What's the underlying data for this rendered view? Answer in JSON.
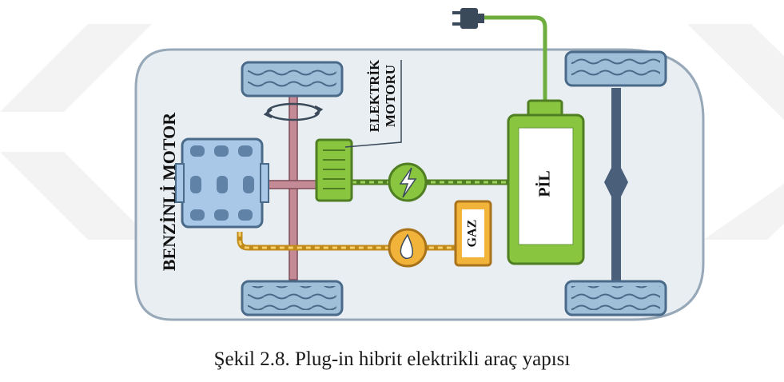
{
  "labels": {
    "engine": "BENZİNLİ MOTOR",
    "electric_motor_line1": "ELEKTRİK",
    "electric_motor_line2": "MOTORU",
    "battery": "PİL",
    "fuel_tank": "GAZ"
  },
  "caption": "Şekil 2.8. Plug-in hibrit elektrikli araç yapısı",
  "icons": [
    "plug-icon",
    "lightning-icon",
    "fuel-drop-icon",
    "rotation-arrow-icon"
  ],
  "colors": {
    "car_body": "#e9eef2",
    "car_outline": "#97a8b8",
    "wheel": "#9fbfd8",
    "wheel_dark": "#4a6a8a",
    "axle": "#4a5f7a",
    "drive_shaft": "#c48a95",
    "green": "#8ac540",
    "green_dark": "#4f7f22",
    "fuel_line": "#f2b33a",
    "engine": "#a9c7e6"
  }
}
